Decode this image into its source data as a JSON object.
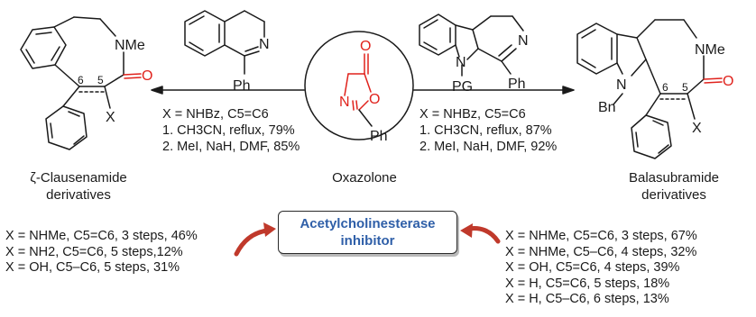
{
  "center": {
    "label": "Oxazolone"
  },
  "left_product": {
    "label_line1": "ζ-Clausenamide",
    "label_line2": "derivatives"
  },
  "right_product": {
    "label_line1": "Balasubramide",
    "label_line2": "derivatives"
  },
  "left_conditions": [
    "X = NHBz, C5=C6",
    "1. CH3CN, reflux, 79%",
    "2. MeI, NaH, DMF, 85%"
  ],
  "right_conditions": [
    "X = NHBz, C5=C6",
    "1. CH3CN, reflux, 87%",
    "2. MeI, NaH, DMF, 92%"
  ],
  "target": {
    "line1": "Acetylcholinesterase",
    "line2": "inhibitor"
  },
  "left_results": [
    "X = NHMe, C5=C6, 3 steps, 46%",
    "X = NH2, C5=C6, 5 steps,12%",
    "X = OH, C5–C6, 5 steps, 31%"
  ],
  "right_results": [
    "X = NHMe, C5=C6, 3 steps, 67%",
    "X = NHMe, C5–C6, 4 steps, 32%",
    "X = OH, C5=C6, 4 steps, 39%",
    "X = H, C5=C6, 5 steps, 18%",
    "X = H, C5–C6, 6 steps, 13%"
  ],
  "structure_atoms": {
    "n_me": "NMe",
    "oxo": "O",
    "x_sub": "X",
    "pos6": "6",
    "pos5": "5",
    "ph": "Ph",
    "n": "N",
    "pg": "PG",
    "bn": "Bn"
  },
  "colors": {
    "accent_red": "#e0221c",
    "box_blue": "#2f5fa8",
    "arrow_red": "#c0392b"
  }
}
